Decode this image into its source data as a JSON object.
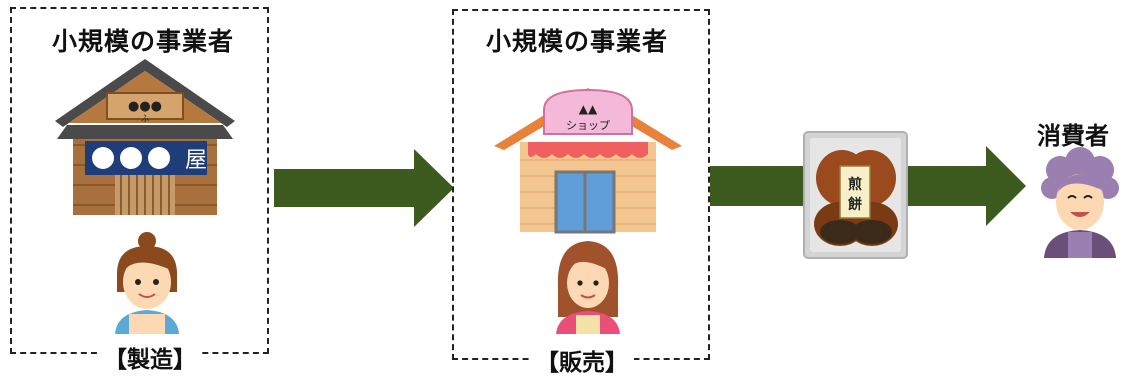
{
  "manufacturer": {
    "title": "小規模の事業者",
    "caption": "【製造】",
    "shop_sign_mark": "●●●",
    "shop_sign_sub": "ふ",
    "shop_curtain_mark": "屋"
  },
  "retailer": {
    "title": "小規模の事業者",
    "caption": "【販売】",
    "sign_mark": "▲▲",
    "sign_text": "ショップ"
  },
  "consumer": {
    "title": "消費者"
  },
  "product": {
    "label_line1": "煎",
    "label_line2": "餅"
  },
  "colors": {
    "arrow": "#3d5a1f",
    "dashed_border": "#222222"
  }
}
